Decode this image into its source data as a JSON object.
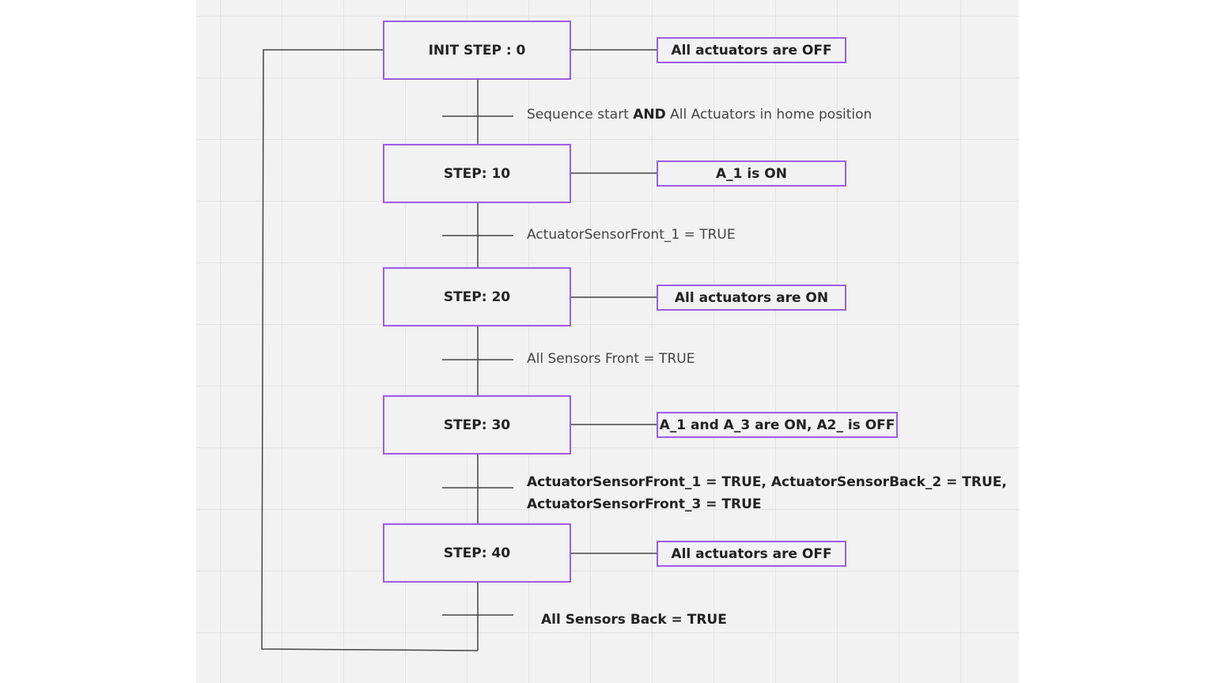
{
  "colors": {
    "box_border": "#9b5de5",
    "line": "#444444",
    "grid": "#e3e3e3",
    "canvas_bg": "#f2f2f2"
  },
  "steps": [
    {
      "label": "INIT STEP : 0",
      "action": "All actuators are OFF"
    },
    {
      "label": "STEP: 10",
      "action": "A_1 is ON"
    },
    {
      "label": "STEP: 20",
      "action": "All actuators are ON"
    },
    {
      "label": "STEP: 30",
      "action": "A_1 and A_3 are ON, A2_ is OFF"
    },
    {
      "label": "STEP: 40",
      "action": "All actuators are OFF"
    }
  ],
  "transitions": {
    "t0": {
      "prefix": "Sequence start ",
      "keyword": "AND",
      "suffix": " All Actuators in home position"
    },
    "t1": "ActuatorSensorFront_1 = TRUE",
    "t2": "All Sensors Front = TRUE",
    "t3": {
      "line1": "ActuatorSensorFront_1 = TRUE, ActuatorSensorBack_2 = TRUE,",
      "line2": "ActuatorSensorFront_3 = TRUE"
    },
    "t4": "All Sensors Back = TRUE"
  }
}
